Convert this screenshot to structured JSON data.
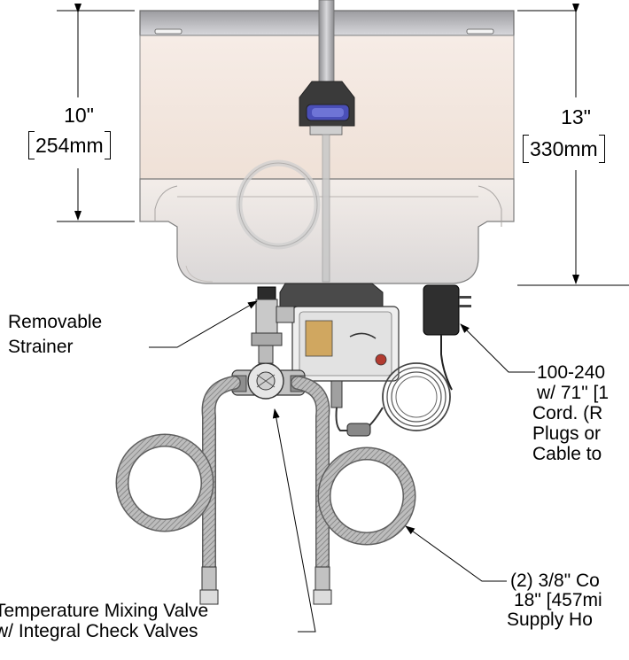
{
  "dimensions": {
    "left_in": "10\"",
    "left_mm": "254mm",
    "right_in": "13\"",
    "right_mm": "330mm"
  },
  "callouts": {
    "strainer": [
      "Removable",
      "Strainer"
    ],
    "power": [
      "100-240",
      "w/ 71\" [1",
      "Cord. (R",
      "Plugs or",
      "Cable to"
    ],
    "mixing_valve": [
      "Temperature Mixing Valve",
      "w/ Integral Check Valves"
    ],
    "hoses": [
      "(2) 3/8\" Co",
      "18\" [457mi",
      "Supply Ho"
    ]
  },
  "colors": {
    "sink_steel": "#c8c8cc",
    "apron_tint": "#f4e7df",
    "faucet_blue": "#4a4fb8",
    "hose_braid": "#b9b9b9",
    "valve_dark": "#2b2b2b"
  }
}
